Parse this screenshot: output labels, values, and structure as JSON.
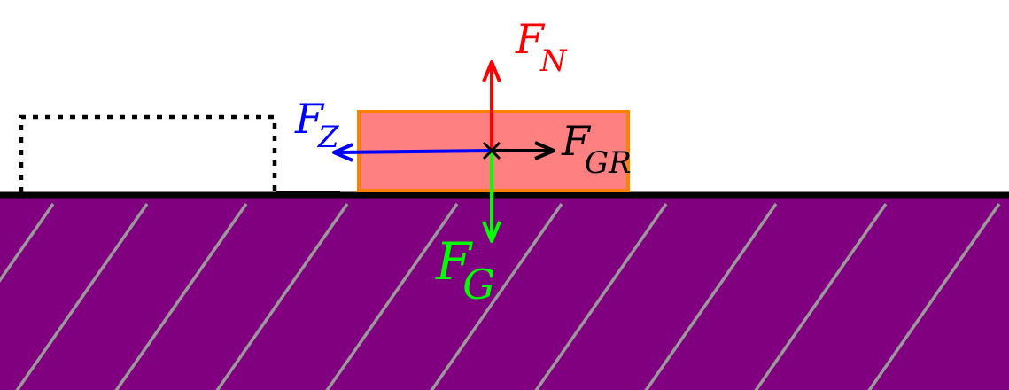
{
  "colors": {
    "ground": "#800080",
    "hatch": "#9a9a9a",
    "surface": "#000000",
    "block_fill": "#ff8080",
    "block_stroke": "#ff8000",
    "normal_force": "#ff0000",
    "gravity_force": "#00ff00",
    "pull_force": "#0000ff",
    "friction_force": "#000000",
    "previous_position": "#000000"
  },
  "forces": {
    "normal": {
      "symbol": "F",
      "subscript": "N"
    },
    "gravity": {
      "symbol": "F",
      "subscript": "G"
    },
    "pull": {
      "symbol": "F",
      "subscript": "Z"
    },
    "friction": {
      "symbol": "F",
      "subscript": "GR"
    }
  }
}
